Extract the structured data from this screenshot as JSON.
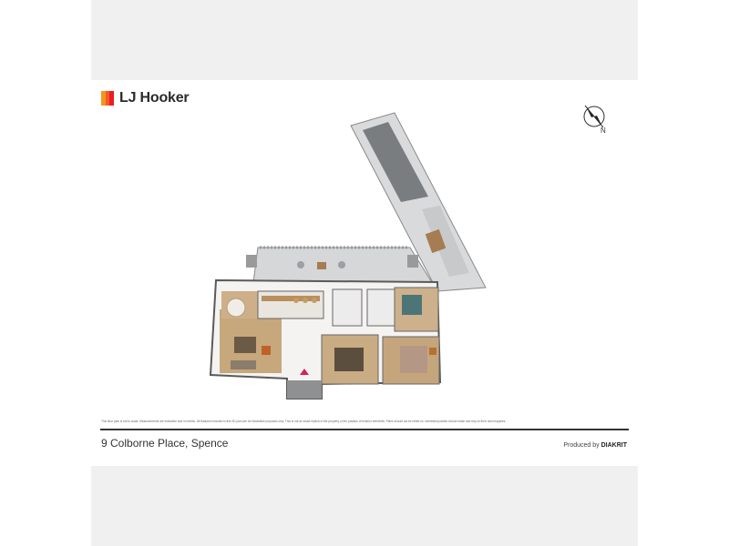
{
  "brand": {
    "name": "LJ Hooker",
    "mark_colors": [
      "#f7941d",
      "#f15a29",
      "#ed1c24"
    ]
  },
  "compass": {
    "label": "N"
  },
  "disclaimer": "This floor plan is not to scale. Measurements are indicative and in metres. All features included in this 3D plan are for illustrative purposes only. This is not an exact replica of the property or the position of exterior elements. Plans should not be relied on. Interested parties should make and rely on their own enquiries.",
  "footer": {
    "address": "9 Colborne Place, Spence",
    "produced_prefix": "Produced by",
    "produced_brand": "DIAKRIT"
  }
}
